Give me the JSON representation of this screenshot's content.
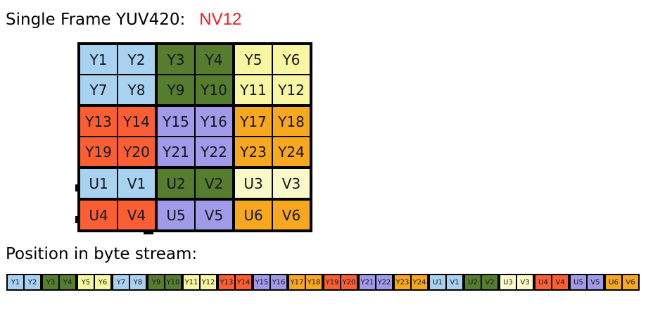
{
  "title": {
    "text": "Single Frame YUV420:",
    "variant": "NV12",
    "variant_color": "#ee1b1b"
  },
  "byte_stream_label": "Position in byte stream:",
  "colors": {
    "blue": "#a8d2f0",
    "green": "#567d2e",
    "yellow": "#f7f7a1",
    "pale_yellow": "#fafac8",
    "red": "#f95f32",
    "purple": "#a09ae8",
    "orange": "#f7a81f"
  },
  "grid": {
    "block_rows": [
      {
        "blocks": [
          {
            "color": "blue",
            "rows": [
              [
                "Y1",
                "Y2"
              ],
              [
                "Y7",
                "Y8"
              ]
            ]
          },
          {
            "color": "green",
            "rows": [
              [
                "Y3",
                "Y4"
              ],
              [
                "Y9",
                "Y10"
              ]
            ]
          },
          {
            "color": "yellow",
            "rows": [
              [
                "Y5",
                "Y6"
              ],
              [
                "Y11",
                "Y12"
              ]
            ]
          }
        ]
      },
      {
        "blocks": [
          {
            "color": "red",
            "rows": [
              [
                "Y13",
                "Y14"
              ],
              [
                "Y19",
                "Y20"
              ]
            ]
          },
          {
            "color": "purple",
            "rows": [
              [
                "Y15",
                "Y16"
              ],
              [
                "Y21",
                "Y22"
              ]
            ]
          },
          {
            "color": "orange",
            "rows": [
              [
                "Y17",
                "Y18"
              ],
              [
                "Y23",
                "Y24"
              ]
            ]
          }
        ]
      },
      {
        "blocks": [
          {
            "color": "blue",
            "rows": [
              [
                "U1",
                "V1"
              ]
            ]
          },
          {
            "color": "green",
            "rows": [
              [
                "U2",
                "V2"
              ]
            ]
          },
          {
            "color": "pale_yellow",
            "rows": [
              [
                "U3",
                "V3"
              ]
            ]
          }
        ]
      },
      {
        "blocks": [
          {
            "color": "red",
            "rows": [
              [
                "U4",
                "V4"
              ]
            ]
          },
          {
            "color": "purple",
            "rows": [
              [
                "U5",
                "V5"
              ]
            ]
          },
          {
            "color": "orange",
            "rows": [
              [
                "U6",
                "V6"
              ]
            ]
          }
        ]
      }
    ]
  },
  "byte_stream": {
    "pairs": [
      {
        "color": "blue",
        "cells": [
          "Y1",
          "Y2"
        ]
      },
      {
        "color": "green",
        "cells": [
          "Y3",
          "Y4"
        ]
      },
      {
        "color": "yellow",
        "cells": [
          "Y5",
          "Y6"
        ]
      },
      {
        "color": "blue",
        "cells": [
          "Y7",
          "Y8"
        ]
      },
      {
        "color": "green",
        "cells": [
          "Y9",
          "Y10"
        ]
      },
      {
        "color": "yellow",
        "cells": [
          "Y11",
          "Y12"
        ]
      },
      {
        "color": "red",
        "cells": [
          "Y13",
          "Y14"
        ]
      },
      {
        "color": "purple",
        "cells": [
          "Y15",
          "Y16"
        ]
      },
      {
        "color": "orange",
        "cells": [
          "Y17",
          "Y18"
        ]
      },
      {
        "color": "red",
        "cells": [
          "Y19",
          "Y20"
        ]
      },
      {
        "color": "purple",
        "cells": [
          "Y21",
          "Y22"
        ]
      },
      {
        "color": "orange",
        "cells": [
          "Y23",
          "Y24"
        ]
      },
      {
        "color": "blue",
        "cells": [
          "U1",
          "V1"
        ]
      },
      {
        "color": "green",
        "cells": [
          "U2",
          "V2"
        ]
      },
      {
        "color": "pale_yellow",
        "cells": [
          "U3",
          "V3"
        ]
      },
      {
        "color": "red",
        "cells": [
          "U4",
          "V4"
        ]
      },
      {
        "color": "purple",
        "cells": [
          "U5",
          "V5"
        ]
      },
      {
        "color": "orange",
        "cells": [
          "U6",
          "V6"
        ]
      }
    ]
  }
}
